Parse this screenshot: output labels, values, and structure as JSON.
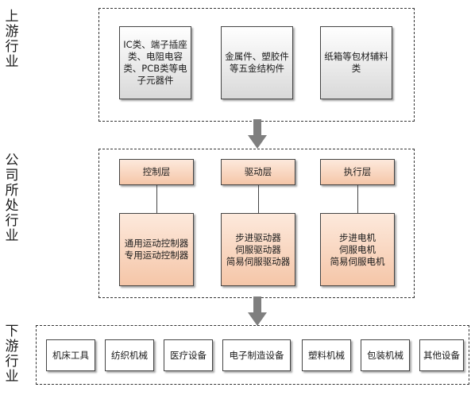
{
  "sections": {
    "upstream": "上游行业",
    "company": "公司所处行业",
    "downstream": "下游行业"
  },
  "upstream_boxes": [
    "IC类、端子插座类、电阻电容类、PCB类等电子元器件",
    "金属件、塑胶件等五金结构件",
    "纸箱等包材辅料类"
  ],
  "company_headers": [
    "控制层",
    "驱动层",
    "执行层"
  ],
  "company_details": [
    "通用运动控制器\n专用运动控制器",
    "步进驱动器\n伺服驱动器\n简易伺服驱动器",
    "步进电机\n伺服电机\n简易伺服电机"
  ],
  "downstream_boxes": [
    "机床工具",
    "纺织机械",
    "医疗设备",
    "电子制造设备",
    "塑料机械",
    "包装机械",
    "其他设备"
  ],
  "colors": {
    "peach_top": "#fde9dc",
    "peach_bottom": "#f5c6a8",
    "arrow": "#7f7f7f",
    "frame": "#333333"
  }
}
